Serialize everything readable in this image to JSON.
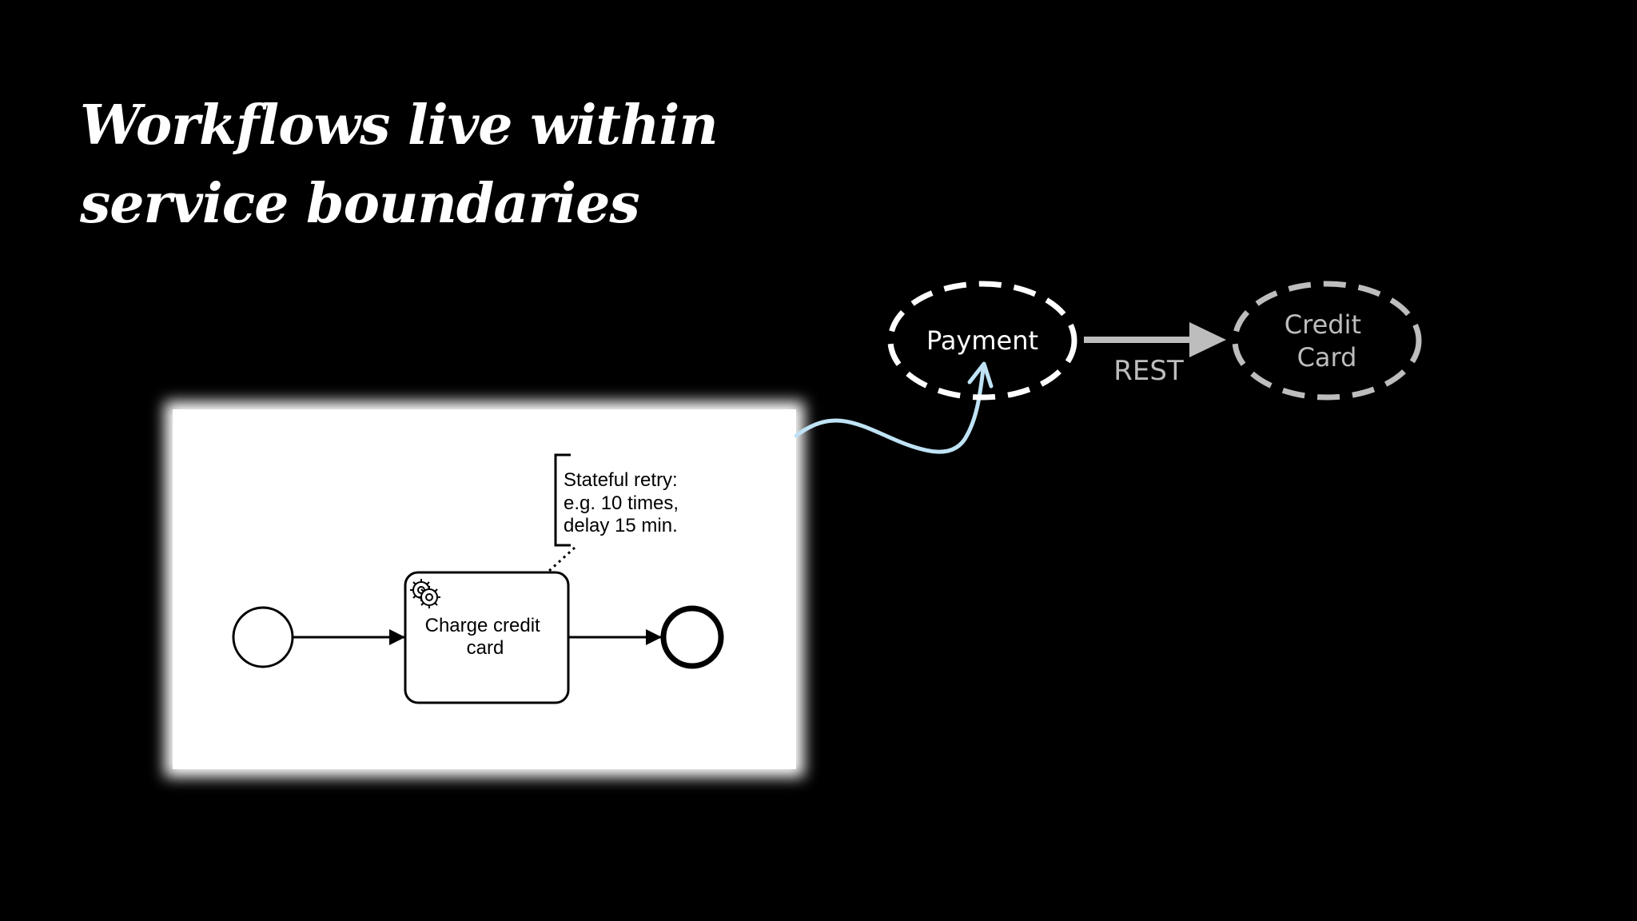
{
  "slide": {
    "title_lines": [
      "Workflows live within",
      "service boundaries"
    ],
    "background_color": "#000000"
  },
  "bpmn": {
    "panel_color": "#ffffff",
    "start_event_icon": "circle-start-event-icon",
    "end_event_icon": "circle-end-event-icon",
    "task_type_icon": "gear-icon",
    "task": {
      "label_lines": [
        "Charge credit",
        "card"
      ]
    },
    "annotation": {
      "lines": [
        "Stateful retry:",
        "e.g. 10 times,",
        "delay 15 min."
      ]
    }
  },
  "services": {
    "payment": {
      "label": "Payment",
      "border_color": "#ffffff"
    },
    "credit_card": {
      "label_lines": [
        "Credit",
        "Card"
      ],
      "border_color": "#bdbdbd"
    },
    "connection": {
      "label": "REST",
      "color": "#bdbdbd"
    },
    "pointer_arrow_color": "#bfe3f5"
  }
}
